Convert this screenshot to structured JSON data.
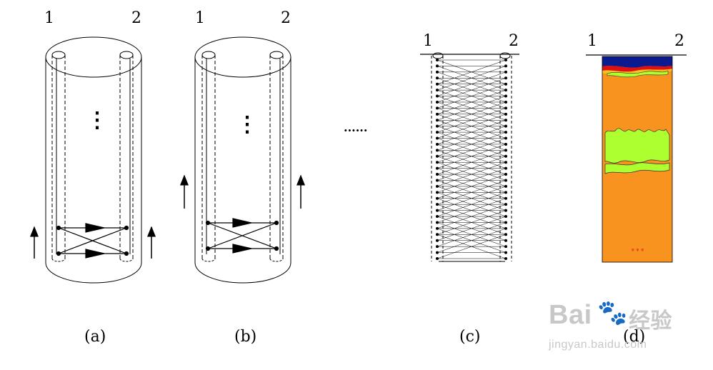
{
  "panel_a": {
    "hole_left": "1",
    "hole_right": "2",
    "caption": "(a)",
    "dots": "⋮"
  },
  "panel_b": {
    "hole_left": "1",
    "hole_right": "2",
    "caption": "(b)",
    "dots": "⋮"
  },
  "ellipsis": "......",
  "panel_c": {
    "hole_left": "1",
    "hole_right": "2",
    "caption": "(c)"
  },
  "panel_d": {
    "hole_left": "1",
    "hole_right": "2",
    "caption": "(d)"
  },
  "watermark": {
    "brand": "Bai",
    "brand2": "经验",
    "url": "jingyan.baidu.com"
  },
  "colors": {
    "line": "#000000",
    "tomo_background": "#f7931e",
    "tomo_anomaly": "#adff2f",
    "tomo_high": "#0b1a8f",
    "tomo_red": "#e01010"
  }
}
